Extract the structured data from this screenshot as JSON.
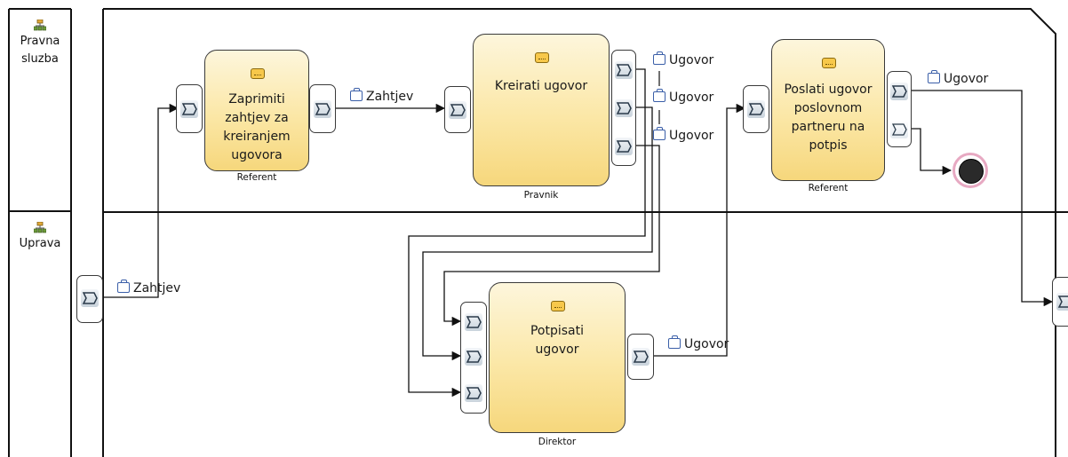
{
  "lanes": [
    {
      "label": "Pravna sluzba"
    },
    {
      "label": "Uprava"
    }
  ],
  "tasks": {
    "zaprimiti": {
      "name": "Zaprimiti zahtjev za kreiranjem ugovora",
      "role": "Referent"
    },
    "kreirati": {
      "name": "Kreirati ugovor",
      "role": "Pravnik"
    },
    "poslati": {
      "name": "Poslati ugovor poslovnom partneru na potpis",
      "role": "Referent"
    },
    "potpisati": {
      "name": "Potpisati ugovor",
      "role": "Direktor"
    }
  },
  "artifacts": {
    "zahtjev_uprava": "Zahtjev",
    "zahtjev_top": "Zahtjev",
    "ugovor_k1": "Ugovor",
    "ugovor_k2": "Ugovor",
    "ugovor_k3": "Ugovor",
    "ugovor_poslati": "Ugovor",
    "ugovor_potpisati": "Ugovor"
  },
  "icons": {
    "task": "task-manual-icon",
    "artifact": "document-bag-icon",
    "lane": "organization-chart-icon",
    "pin": "chevron-right-icon"
  },
  "colors": {
    "task_fill_top": "#fdf6dc",
    "task_fill_bottom": "#f6d77c",
    "stroke": "#111111",
    "end_event_ring": "#e7a9c2",
    "artifact_icon": "#3b5fa8"
  }
}
